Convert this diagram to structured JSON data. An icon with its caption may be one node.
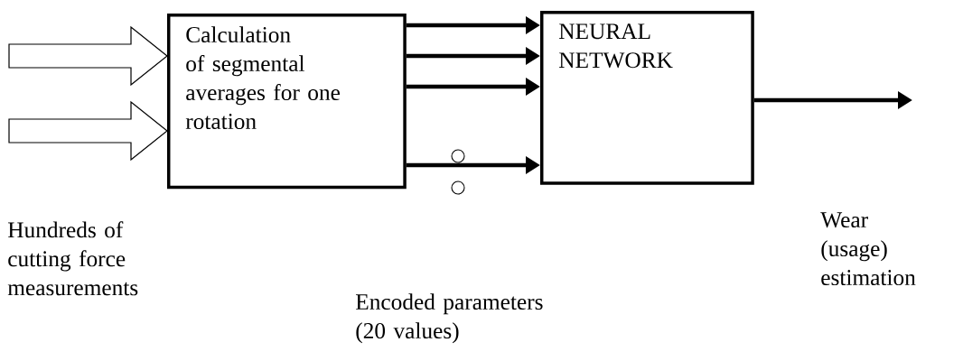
{
  "diagram": {
    "nodes": [
      {
        "text": [
          "Calculation of segmental averages for one rotation"
        ]
      },
      {
        "text": [
          "NEURAL NETWORK"
        ]
      }
    ],
    "edges": [
      {
        "from": null,
        "to": 0,
        "arrow": "to"
      },
      {
        "from": null,
        "to": 0,
        "arrow": "to"
      },
      {
        "from": 0,
        "to": 1,
        "arrow": "to"
      },
      {
        "from": 0,
        "to": 1,
        "arrow": "to"
      },
      {
        "from": 0,
        "to": 1,
        "arrow": "to"
      },
      {
        "from": 0,
        "to": 1,
        "arrow": "to"
      },
      {
        "from": 1,
        "to": null,
        "arrow": "to"
      }
    ],
    "labels": [
      "Hundreds of cutting force measurements",
      "Wear (usage) estimation",
      "Encoded parameters (20 values)"
    ]
  }
}
